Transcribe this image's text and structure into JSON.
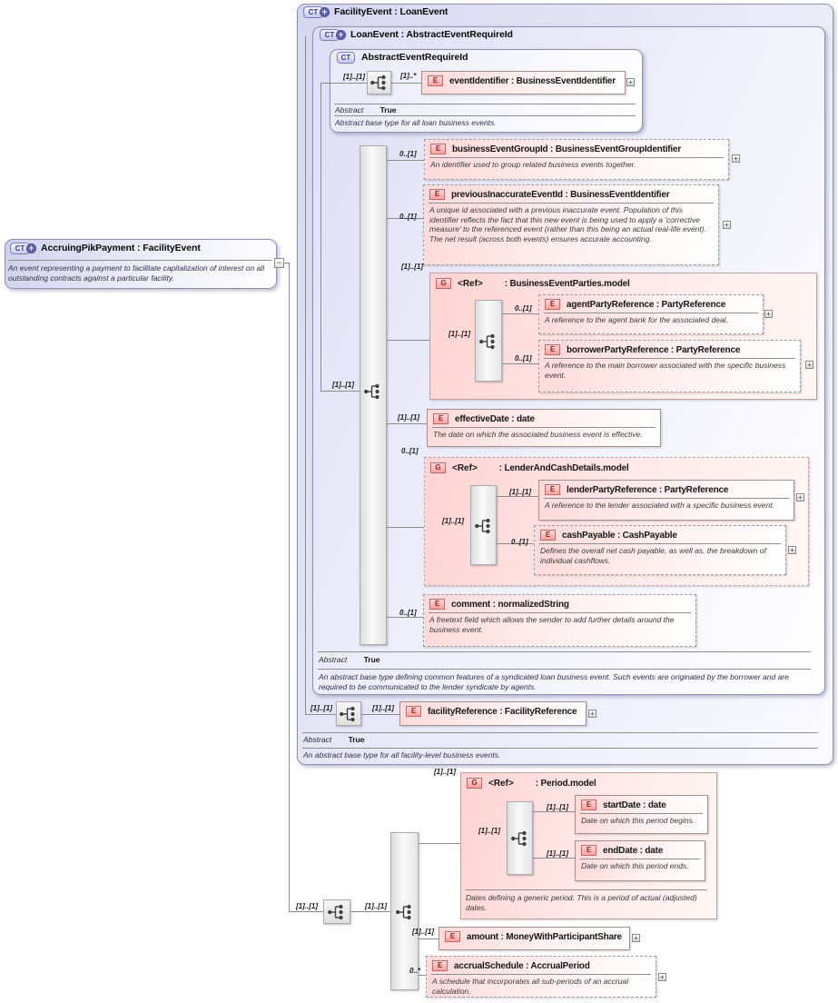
{
  "badges": {
    "ct": "CT",
    "e": "E",
    "g": "G"
  },
  "symbols": {
    "plus": "+",
    "minus": "−"
  },
  "cardinalities": {
    "one_one": "[1]..[1]",
    "zero_one": "0..[1]",
    "one_star": "[1]..*",
    "zero_star": "0..*"
  },
  "types": {
    "accruingPikPayment": {
      "title": "AccruingPikPayment : FacilityEvent",
      "description": "An event representing a payment to facilitate capitalization of interest on all outstanding contracts against a particular facility."
    },
    "facilityEvent": {
      "title": "FacilityEvent : LoanEvent",
      "abstract_label": "Abstract",
      "abstract_value": "True",
      "description": "An abstract base type for all facility-level business events."
    },
    "loanEvent": {
      "title": "LoanEvent : AbstractEventRequireId",
      "abstract_label": "Abstract",
      "abstract_value": "True",
      "description": "An abstract base type defining common features of a syndicated loan business event. Such events are originated by the borrower and are required to be communicated to the lender syndicate by agents."
    },
    "abstractEventRequireId": {
      "title": "AbstractEventRequireId",
      "abstract_label": "Abstract",
      "abstract_value": "True",
      "description": "Abstract base type for all loan business events."
    }
  },
  "groups": {
    "businessEventParties": {
      "ref_label": "<Ref>",
      "title": ": BusinessEventParties.model"
    },
    "lenderAndCashDetails": {
      "ref_label": "<Ref>",
      "title": ": LenderAndCashDetails.model"
    },
    "period": {
      "ref_label": "<Ref>",
      "title": ": Period.model",
      "description": "Dates defining a generic period. This is a period of actual (adjusted) dates."
    }
  },
  "elements": {
    "eventIdentifier": {
      "title": "eventIdentifier : BusinessEventIdentifier"
    },
    "businessEventGroupId": {
      "title": "businessEventGroupId : BusinessEventGroupIdentifier",
      "description": "An identifier used to group related business events together."
    },
    "previousInaccurateEventId": {
      "title": "previousInaccurateEventId : BusinessEventIdentifier",
      "description": "A unique id associated with a previous inaccurate event. Population of this identifier reflects the fact that this new event is being used to apply a 'corrective measure' to the referenced event (rather than this being an actual real-life event). The net result (across both events) ensures accurate accounting."
    },
    "agentPartyReference": {
      "title": "agentPartyReference : PartyReference",
      "description": "A reference to the agent bank for the associated deal."
    },
    "borrowerPartyReference": {
      "title": "borrowerPartyReference : PartyReference",
      "description": "A reference to the main borrower associated with the specific business event."
    },
    "effectiveDate": {
      "title": "effectiveDate : date",
      "description": "The date on which the associated business event is effective."
    },
    "lenderPartyReference": {
      "title": "lenderPartyReference : PartyReference",
      "description": "A reference to the lender associated with a specific business event."
    },
    "cashPayable": {
      "title": "cashPayable : CashPayable",
      "description": "Defines the overall net cash payable, as well as, the breakdown of individual cashflows."
    },
    "comment": {
      "title": "comment : normalizedString",
      "description": "A freetext field which allows the sender to add further details around the business event."
    },
    "facilityReference": {
      "title": "facilityReference : FacilityReference"
    },
    "startDate": {
      "title": "startDate : date",
      "description": "Date on which this period begins."
    },
    "endDate": {
      "title": "endDate : date",
      "description": "Date on which this period ends."
    },
    "amount": {
      "title": "amount : MoneyWithParticipantShare"
    },
    "accrualSchedule": {
      "title": "accrualSchedule : AccrualPeriod",
      "description": "A schedule that incorporates all sub-periods of an accrual calculation."
    }
  }
}
